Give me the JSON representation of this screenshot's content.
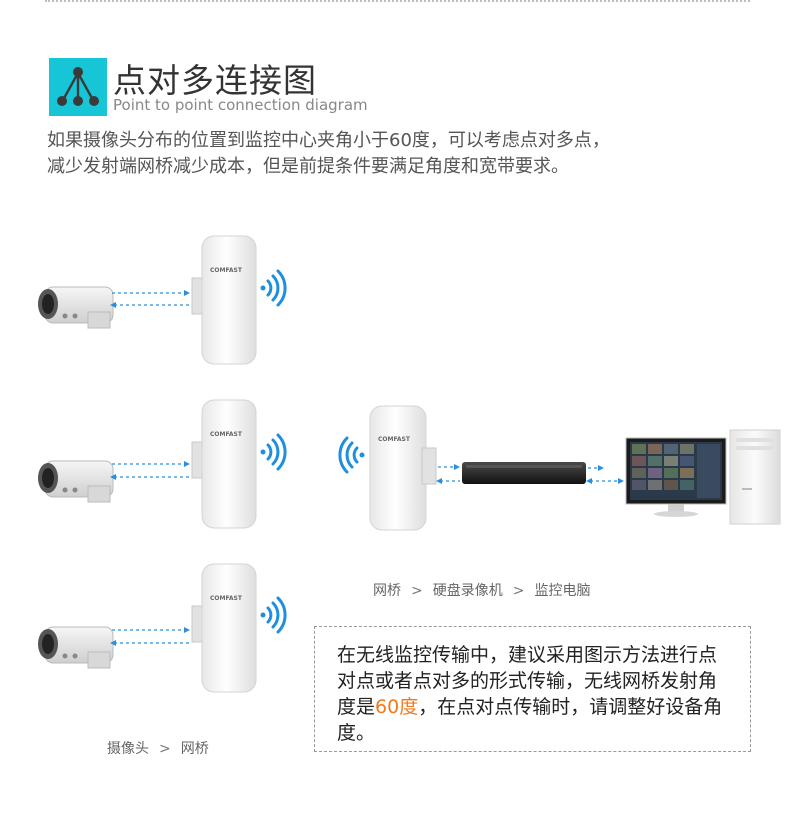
{
  "header": {
    "title": "点对多连接图",
    "subtitle": "Point to point connection diagram"
  },
  "intro": {
    "line1": "如果摄像头分布的位置到监控中心夹角小于60度，可以考虑点对多点，",
    "line2": "减少发射端网桥减少成本，但是前提条件要满足角度和宽带要求。"
  },
  "device": {
    "brand": "COMFAST"
  },
  "captions": {
    "left": [
      "摄像头",
      "网桥"
    ],
    "right": [
      "网桥",
      "硬盘录像机",
      "监控电脑"
    ],
    "separator": ">"
  },
  "note": {
    "part1": "在无线监控传输中，建议采用图示方法进行点对点或者点对多的形式传输，无线网桥发射角度是",
    "highlight": "60度",
    "part2": "，在点对点传输时，请调整好设备角度。"
  },
  "colors": {
    "accent": "#17c6d6",
    "signal": "#1e8fe0",
    "highlight": "#f07b1e"
  }
}
